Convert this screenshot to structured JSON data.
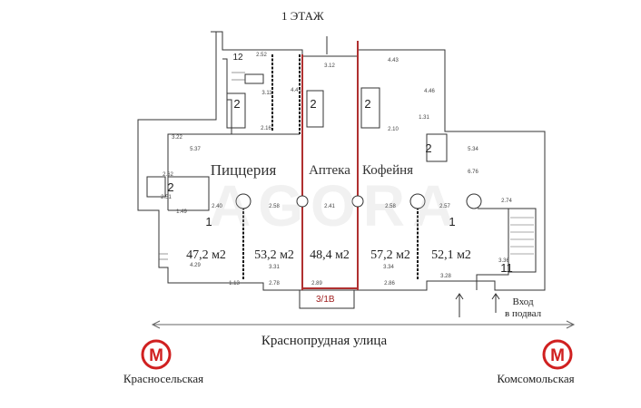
{
  "title": "1 ЭТАЖ",
  "rooms": [
    {
      "name": "Пиццерия"
    },
    {
      "name": "Аптека"
    },
    {
      "name": "Кофейня"
    }
  ],
  "areas": [
    "47,2 м2",
    "53,2 м2",
    "48,4 м2",
    "57,2 м2",
    "52,1 м2"
  ],
  "room_numbers": [
    "1",
    "1",
    "2",
    "2",
    "2",
    "2",
    "2",
    "11",
    "12"
  ],
  "lot_label": "3/1В",
  "entrance": {
    "line1": "Вход",
    "line2": "в подвал"
  },
  "street": "Краснопрудная улица",
  "metro": [
    {
      "name": "Красносельская",
      "icon": "metro-logo-icon"
    },
    {
      "name": "Комсомольская",
      "icon": "metro-logo-icon"
    }
  ],
  "watermark": "AGORA",
  "dimensions": [
    "2.52",
    "3.12",
    "4.43",
    "3.11",
    "4.41",
    "4.46",
    "2.16",
    "2.10",
    "1.31",
    "3.22",
    "5.37",
    "5.34",
    "6.76",
    "2.40",
    "2.58",
    "2.41",
    "2.58",
    "2.57",
    "4.29",
    "3.31",
    "3.34",
    "3.28",
    "3.36",
    "2.74",
    "2.89",
    "2.86",
    "2.78",
    "1.13",
    "1.49",
    "2.62",
    "2.51"
  ],
  "colors": {
    "wall": "#222222",
    "accent": "#c03030",
    "metro": "#d02020"
  }
}
